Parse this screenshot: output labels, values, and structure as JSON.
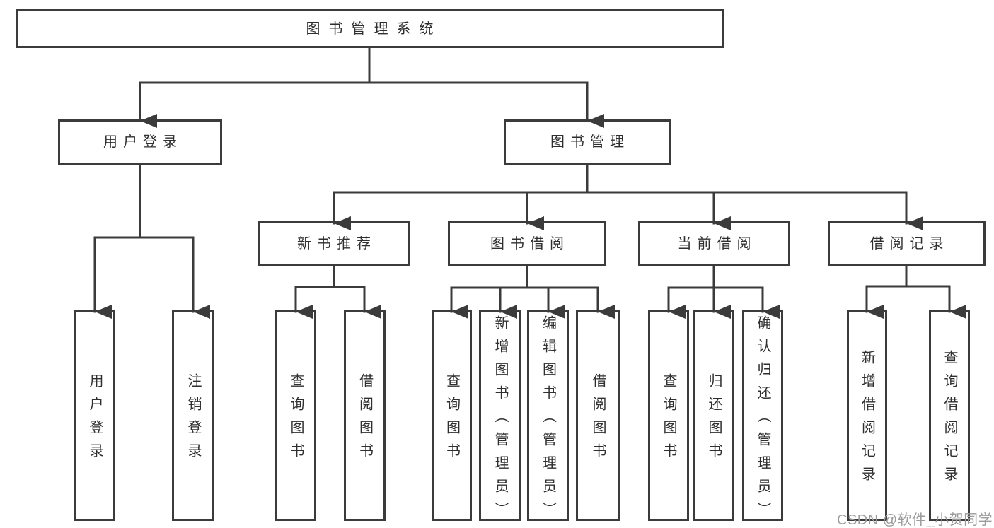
{
  "page": {
    "watermark": "CSDN @软件_小贺同学"
  },
  "palette": {
    "line_color": "#3b3b3b",
    "box_border": "#3b3b3b",
    "box_fill": "#ffffff",
    "text_color": "#2f2f2f",
    "watermark_color": "#9b9b9b",
    "background": "#ffffff"
  },
  "tree": {
    "root": "图书管理系统",
    "level2": [
      {
        "id": "user-login",
        "label": "用户登录"
      },
      {
        "id": "book-management",
        "label": "图书管理"
      }
    ],
    "level3": [
      {
        "id": "new-book-recommend",
        "label": "新书推荐"
      },
      {
        "id": "book-borrow",
        "label": "图书借阅"
      },
      {
        "id": "current-borrow",
        "label": "当前借阅"
      },
      {
        "id": "borrow-records",
        "label": "借阅记录"
      }
    ],
    "leaves": {
      "user_login": [
        "用户登录",
        "注销登录"
      ],
      "new_book_recommend": [
        "查询图书",
        "借阅图书"
      ],
      "book_borrow": [
        "查询图书",
        "新增图书（管理员）",
        "编辑图书（管理员）",
        "借阅图书"
      ],
      "current_borrow": [
        "查询图书",
        "归还图书",
        "确认归还（管理员）"
      ],
      "borrow_records": [
        "新增借阅记录",
        "查询借阅记录"
      ]
    }
  }
}
